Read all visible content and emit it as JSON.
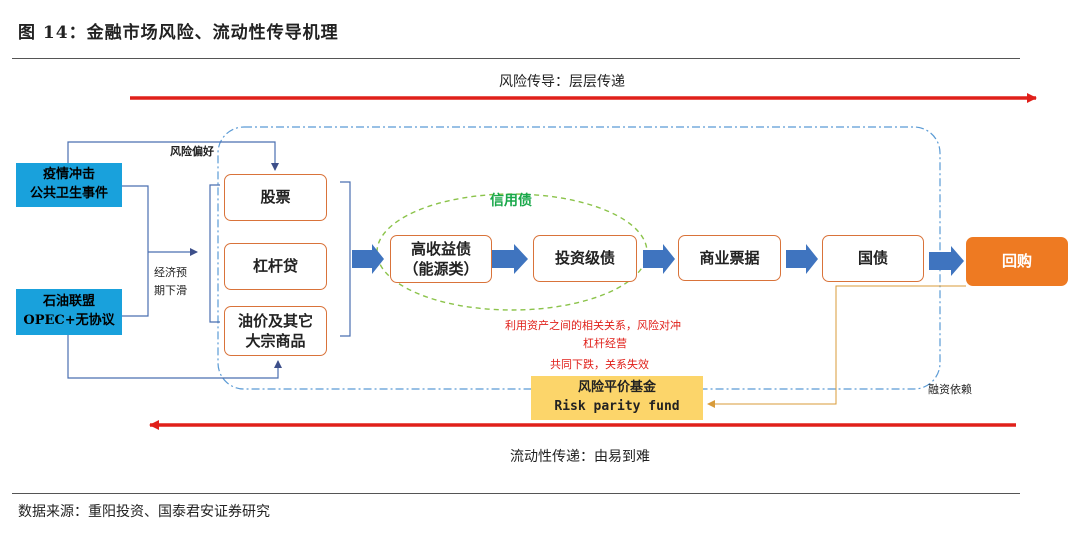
{
  "figure_title": "图 14：金融市场风险、流动性传导机理",
  "top_arrow_label": "风险传导：层层传递",
  "bottom_arrow_label": "流动性传递：由易到难",
  "source_note": "数据来源：重阳投资、国泰君安证券研究",
  "shocks": {
    "pandemic": "疫情冲击\n公共卫生事件",
    "oil": "石油联盟\nOPEC+无协议"
  },
  "labels": {
    "risk_preference": "风险偏好",
    "growth_expectation": "经济预\n期下滑",
    "credit_bonds": "信用债",
    "correlation_note_1": "利用资产之间的相关关系，风险对冲",
    "correlation_note_2": "杠杆经营",
    "correlation_note_3": "共同下跌，关系失效",
    "financing_dependence": "融资依赖"
  },
  "assets": {
    "stocks": "股票",
    "leveraged_loans": "杠杆贷",
    "commodities": "油价及其它\n大宗商品",
    "high_yield": "高收益债\n（能源类）",
    "investment_grade": "投资级债",
    "commercial_paper": "商业票据",
    "treasuries": "国债",
    "repo": "回购"
  },
  "risk_parity_fund": {
    "line1": "风险平价基金",
    "line2": "Risk parity fund"
  },
  "colors": {
    "red_arrow": "#e0201a",
    "box_border": "#d9733a",
    "shock_fill": "#19a1dc",
    "blue_arrow": "#3f74bf",
    "repo_fill": "#ee7a22",
    "risk_parity_fill": "#fcd56a",
    "credit_ellipse": "#8bc34a",
    "dashdot_outline": "#5b9bd5"
  }
}
